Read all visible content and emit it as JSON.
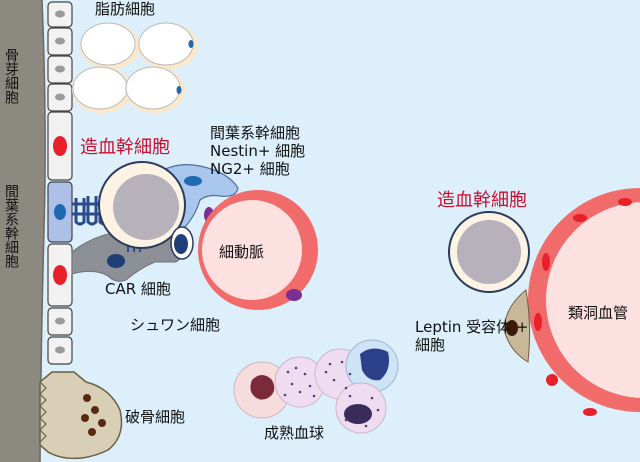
{
  "colors": {
    "background": "#dceffa",
    "bone": "#8c8a80",
    "red_label": "#c8102e",
    "vessel_wall": "#f26b6b",
    "vessel_lumen": "#fde0e0",
    "nucleus_red": "#e8202a",
    "stem_cell_nucleus": "#b6b1bb",
    "stem_cell_ring": "#fdf3e4",
    "car_cell": "#8c8f96",
    "nestin_cell": "#a9c6ec",
    "osteoclast": "#d8cfb6"
  },
  "labels": {
    "adipocyte": "脂肪細胞",
    "osteoblast": "骨芽細胞",
    "msc_vertical": "間葉系幹細胞",
    "hsc_left": "造血幹細胞",
    "msc_line1": "間葉系幹細胞",
    "msc_line2": "Nestin+ 細胞",
    "msc_line3": "NG2+ 細胞",
    "arteriole": "細動脈",
    "car_cell": "CAR 細胞",
    "schwann": "シュワン細胞",
    "osteoclast": "破骨細胞",
    "mature_blood": "成熟血球",
    "hsc_right": "造血幹細胞",
    "sinusoid": "類洞血管",
    "leptin_line1": "Leptin 受容体 +",
    "leptin_line2": "細胞"
  },
  "icons": [
    "adipocyte-icon",
    "osteoblast-icon",
    "hematopoietic-stem-cell-icon",
    "arteriole-icon",
    "car-cell-icon",
    "schwann-cell-icon",
    "osteoclast-icon",
    "blood-cell-icon",
    "sinusoid-icon",
    "leptin-receptor-cell-icon"
  ]
}
